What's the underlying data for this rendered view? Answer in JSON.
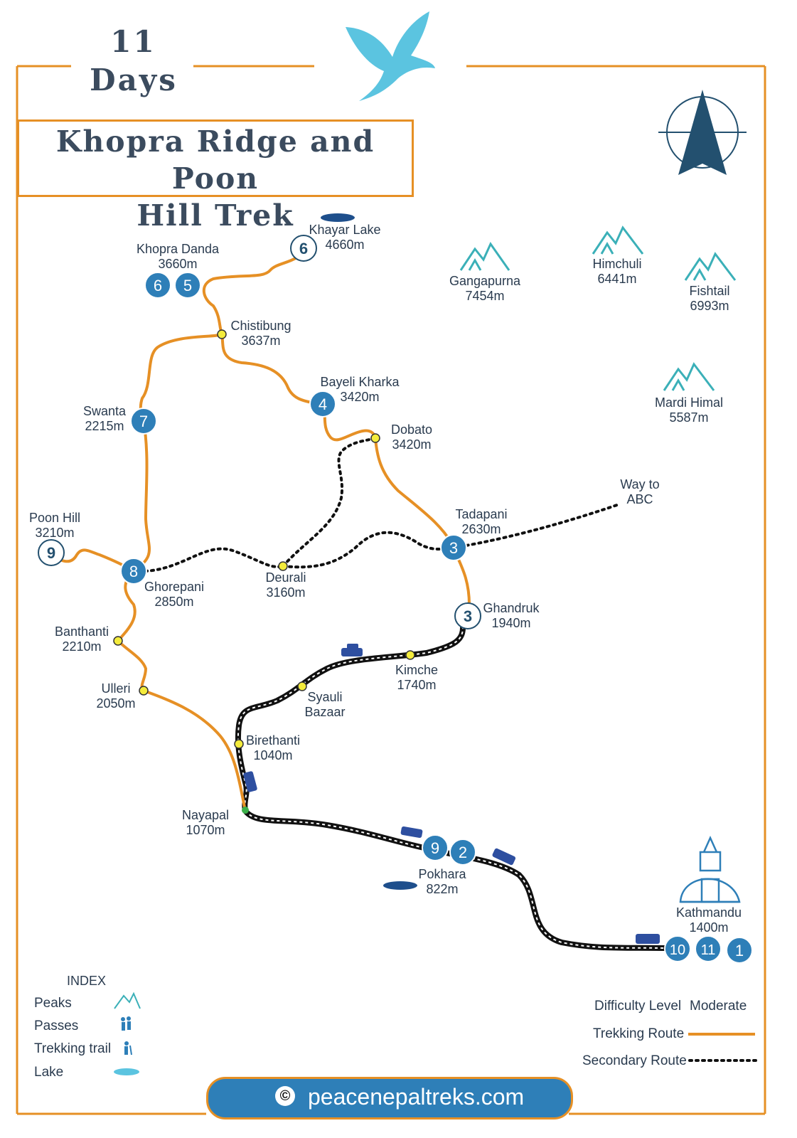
{
  "header": {
    "days_number": "11",
    "days_label": "Days",
    "title_line1": "Khopra Ridge and Poon",
    "title_line2": "Hill Trek"
  },
  "places": {
    "khayar_lake": {
      "name": "Khayar Lake",
      "alt": "4660m"
    },
    "khopra_danda": {
      "name": "Khopra Danda",
      "alt": "3660m"
    },
    "chistibung": {
      "name": "Chistibung",
      "alt": "3637m"
    },
    "bayeli_kharka": {
      "name": "Bayeli Kharka",
      "alt": "3420m"
    },
    "dobato": {
      "name": "Dobato",
      "alt": "3420m"
    },
    "swanta": {
      "name": "Swanta",
      "alt": "2215m"
    },
    "poon_hill": {
      "name": "Poon Hill",
      "alt": "3210m"
    },
    "ghorepani": {
      "name": "Ghorepani",
      "alt": "2850m"
    },
    "deurali": {
      "name": "Deurali",
      "alt": "3160m"
    },
    "tadapani": {
      "name": "Tadapani",
      "alt": "2630m"
    },
    "way_to_abc": {
      "name": "Way to",
      "alt": "ABC"
    },
    "ghandruk": {
      "name": "Ghandruk",
      "alt": "1940m"
    },
    "banthanti": {
      "name": "Banthanti",
      "alt": "2210m"
    },
    "ulleri": {
      "name": "Ulleri",
      "alt": "2050m"
    },
    "kimche": {
      "name": "Kimche",
      "alt": "1740m"
    },
    "syauli_bazaar": {
      "name": "Syauli",
      "alt": "Bazaar"
    },
    "birethanti": {
      "name": "Birethanti",
      "alt": "1040m"
    },
    "nayapal": {
      "name": "Nayapal",
      "alt": "1070m"
    },
    "pokhara": {
      "name": "Pokhara",
      "alt": "822m"
    },
    "kathmandu": {
      "name": "Kathmandu",
      "alt": "1400m"
    }
  },
  "peaks": {
    "gangapurna": {
      "name": "Gangapurna",
      "alt": "7454m"
    },
    "himchuli": {
      "name": "Himchuli",
      "alt": "6441m"
    },
    "fishtail": {
      "name": "Fishtail",
      "alt": "6993m"
    },
    "mardi_himal": {
      "name": "Mardi Himal",
      "alt": "5587m"
    }
  },
  "day_markers": [
    "6",
    "5",
    "6",
    "4",
    "7",
    "9",
    "8",
    "3",
    "3",
    "9",
    "2",
    "10",
    "11",
    "1"
  ],
  "legend": {
    "title": "INDEX",
    "peaks": "Peaks",
    "passes": "Passes",
    "trekking_trail": "Trekking trail",
    "lake": "Lake",
    "difficulty_label": "Difficulty Level",
    "difficulty_value": "Moderate",
    "trekking_route": "Trekking Route",
    "secondary_route": "Secondary Route"
  },
  "footer": {
    "copyright": "©",
    "website": "peacenepaltreks.com"
  },
  "colors": {
    "route": "#e69025",
    "marker": "#2e7fb8",
    "peak": "#3bb0b8",
    "text": "#2a3b4f",
    "bird": "#5bc4e0",
    "compass": "#23506f"
  }
}
